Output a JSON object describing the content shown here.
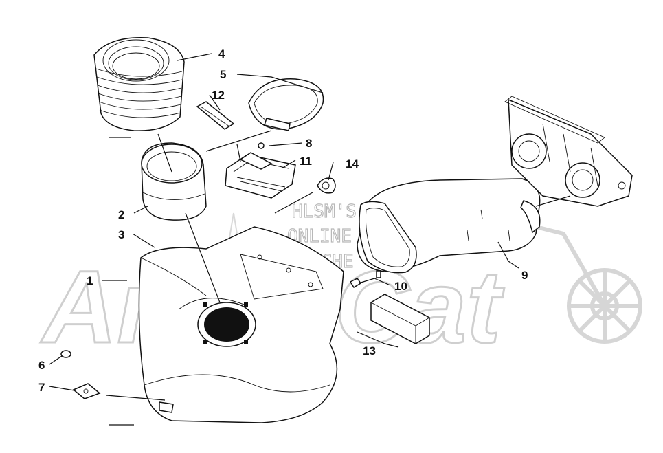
{
  "watermark": {
    "brand": "Arctic Cat",
    "lines": [
      "HLSM'S",
      "ONLINE",
      "MICROFICHE"
    ]
  },
  "callouts": [
    {
      "id": "1",
      "label": "1"
    },
    {
      "id": "2",
      "label": "2"
    },
    {
      "id": "3",
      "label": "3"
    },
    {
      "id": "4",
      "label": "4"
    },
    {
      "id": "5",
      "label": "5"
    },
    {
      "id": "6",
      "label": "6"
    },
    {
      "id": "7",
      "label": "7"
    },
    {
      "id": "8",
      "label": "8"
    },
    {
      "id": "9",
      "label": "9"
    },
    {
      "id": "10",
      "label": "10"
    },
    {
      "id": "11",
      "label": "11"
    },
    {
      "id": "12",
      "label": "12"
    },
    {
      "id": "13",
      "label": "13"
    },
    {
      "id": "14",
      "label": "14"
    }
  ]
}
